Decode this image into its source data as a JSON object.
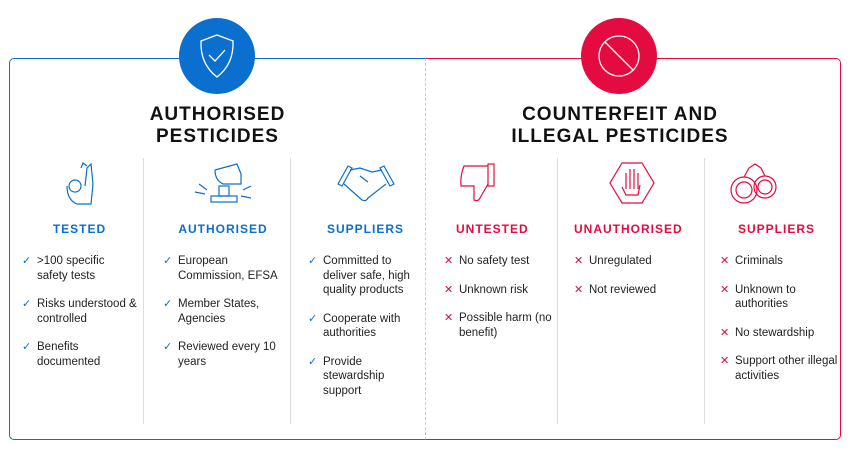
{
  "colors": {
    "authorised": "#0a6fcf",
    "illegal": "#e30b3f"
  },
  "left": {
    "title_line1": "AUTHORISED",
    "title_line2": "PESTICIDES",
    "icon": "shield-check-icon",
    "columns": [
      {
        "label": "TESTED",
        "icon": "ok-hand-icon",
        "items": [
          ">100 specific safety tests",
          "Risks understood & controlled",
          "Benefits documented"
        ]
      },
      {
        "label": "AUTHORISED",
        "icon": "stamp-icon",
        "items": [
          "European Commission, EFSA",
          "Member States, Agencies",
          "Reviewed every 10 years"
        ]
      },
      {
        "label": "SUPPLIERS",
        "icon": "handshake-icon",
        "items": [
          "Committed to deliver safe, high quality products",
          "Cooperate with authorities",
          "Provide stewardship support"
        ]
      }
    ]
  },
  "right": {
    "title_line1": "COUNTERFEIT AND",
    "title_line2": "ILLEGAL PESTICIDES",
    "icon": "prohibited-icon",
    "columns": [
      {
        "label": "UNTESTED",
        "icon": "thumbs-down-icon",
        "items": [
          "No safety test",
          "Unknown risk",
          "Possible harm (no benefit)"
        ]
      },
      {
        "label": "UNAUTHORISED",
        "icon": "stop-hand-icon",
        "items": [
          "Unregulated",
          "Not reviewed"
        ]
      },
      {
        "label": "SUPPLIERS",
        "icon": "handcuffs-icon",
        "items": [
          "Criminals",
          "Unknown to authorities",
          "No stewardship",
          "Support other illegal activities"
        ]
      }
    ]
  }
}
